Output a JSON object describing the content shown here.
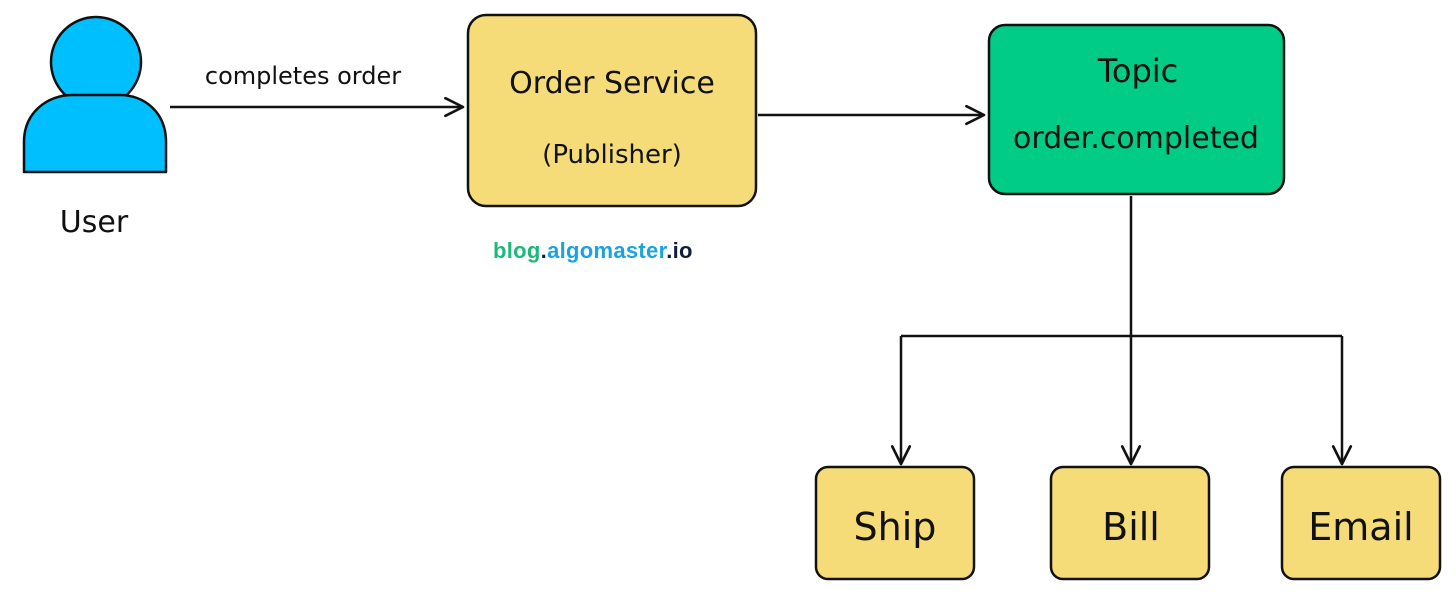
{
  "actor": {
    "label": "User",
    "icon": "user-icon",
    "color": "#00BFFF"
  },
  "edges": {
    "user_to_service": "completes order"
  },
  "publisher": {
    "title": "Order Service",
    "subtitle": "(Publisher)",
    "color": "#F5DC78"
  },
  "topic": {
    "title": "Topic",
    "name": "order.completed",
    "color": "#00CC88"
  },
  "subscribers": [
    {
      "label": "Ship"
    },
    {
      "label": "Bill"
    },
    {
      "label": "Email"
    }
  ],
  "watermark": {
    "part1": "blog",
    "dot1": ".",
    "part2": "algomaster",
    "part3": ".io",
    "color1": "#1DB87A",
    "color2": "#1AA3E0",
    "color3": "#0F1E3A"
  }
}
